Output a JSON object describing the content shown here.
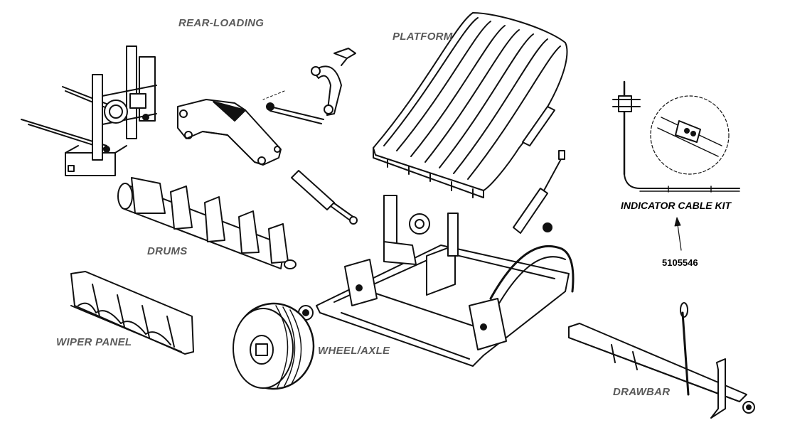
{
  "labels": {
    "rear_loading": "REAR-LOADING",
    "platform": "PLATFORM",
    "drums": "DRUMS",
    "wiper_panel": "WIPER PANEL",
    "wheel_axle": "WHEEL/AXLE",
    "drawbar": "DRAWBAR"
  },
  "cable_kit": {
    "title": "INDICATOR CABLE KIT",
    "part_number": "5105546"
  },
  "colors": {
    "linework": "#111111",
    "label_gray": "#5a5a5a",
    "callout": "#000000"
  }
}
